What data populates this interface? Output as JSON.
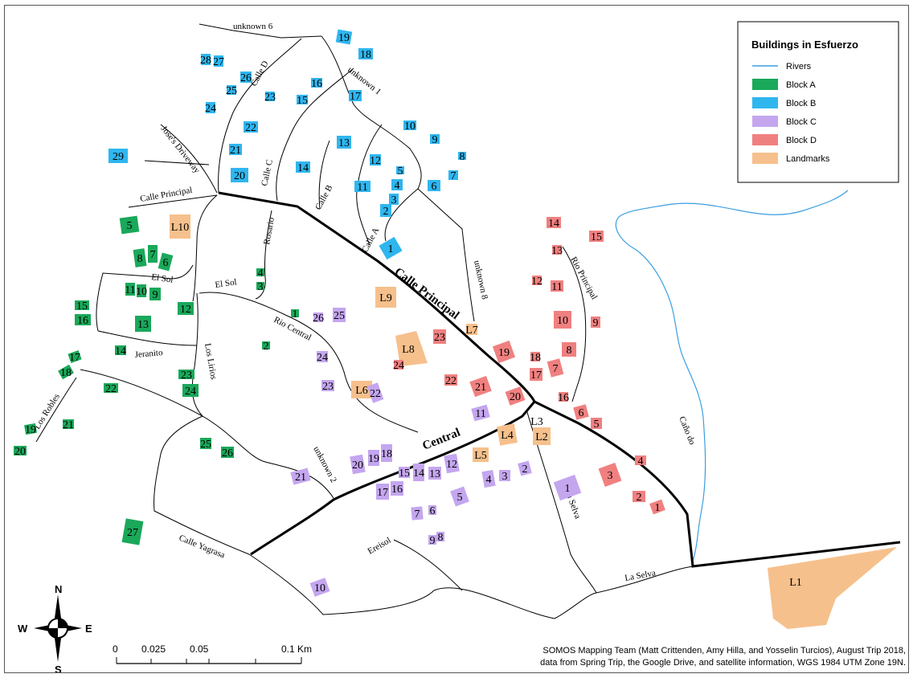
{
  "colors": {
    "river": "#3a9ee0",
    "block_a": "#1aa85a",
    "block_b": "#2fb6ef",
    "block_c": "#c4a6ef",
    "block_d": "#f08080",
    "landmark": "#f6c08c",
    "road": "#000000"
  },
  "legend": {
    "title": "Buildings in Esfuerzo",
    "items": [
      {
        "label": "Rivers",
        "kind": "line",
        "color": "#3a9ee0"
      },
      {
        "label": "Block A",
        "kind": "fill",
        "color": "#1aa85a"
      },
      {
        "label": "Block B",
        "kind": "fill",
        "color": "#2fb6ef"
      },
      {
        "label": "Block C",
        "kind": "fill",
        "color": "#c4a6ef"
      },
      {
        "label": "Block D",
        "kind": "fill",
        "color": "#f08080"
      },
      {
        "label": "Landmarks",
        "kind": "fill",
        "color": "#f6c08c"
      }
    ]
  },
  "streets": {
    "unknown6": "unknown 6",
    "calle_d": "Calle D",
    "unknown1": "unknown 1",
    "joses_driveway": "Jose's Driveway",
    "calle_c": "Calle C",
    "calle_b": "Calle B",
    "calle_a": "Calle A",
    "calle_principal_w": "Calle Principal",
    "rosario": "Rosario",
    "el_sol_1": "El Sol",
    "el_sol_2": "El Sol",
    "calle_principal": "Calle Principal",
    "unknown8": "unknown 8",
    "rio_central": "Rio Central",
    "jeranito": "Jeranito",
    "los_lirios": "Los Lirios",
    "los_robles": "Los Robles",
    "central": "Central",
    "unknown2": "unknown 2",
    "calle_yagrasa": "Calle Yagrasa",
    "ereisol": "Ereisol",
    "la_selva_1": "La Selva",
    "la_selva_2": "La Selva",
    "rio_principal": "Rio Principal",
    "cano": "Caño do"
  },
  "buildings": {
    "block_a": [
      "5",
      "8",
      "7",
      "6",
      "4",
      "3",
      "1",
      "11",
      "10",
      "9",
      "12",
      "15",
      "16",
      "13",
      "2",
      "14",
      "17",
      "18",
      "23",
      "24",
      "22",
      "19",
      "21",
      "20",
      "25",
      "26",
      "27"
    ],
    "block_b": [
      "19",
      "18",
      "28",
      "27",
      "26",
      "25",
      "16",
      "23",
      "15",
      "17",
      "24",
      "22",
      "10",
      "9",
      "8",
      "13",
      "21",
      "12",
      "5",
      "4",
      "3",
      "2",
      "7",
      "6",
      "29",
      "20",
      "14",
      "11",
      "1"
    ],
    "block_c": [
      "26",
      "25",
      "24",
      "23",
      "22",
      "11",
      "20",
      "19",
      "18",
      "21",
      "15",
      "14",
      "13",
      "12",
      "17",
      "16",
      "4",
      "3",
      "2",
      "5",
      "7",
      "6",
      "1",
      "9",
      "8",
      "10"
    ],
    "block_d": [
      "14",
      "15",
      "13",
      "12",
      "11",
      "10",
      "9",
      "8",
      "23",
      "24",
      "19",
      "18",
      "17",
      "7",
      "22",
      "21",
      "20",
      "16",
      "6",
      "5",
      "4",
      "3",
      "2",
      "1"
    ],
    "landmarks": [
      "L10",
      "L9",
      "L8",
      "L7",
      "L6",
      "L5",
      "L4",
      "L3",
      "L2",
      "L1"
    ]
  },
  "scale": {
    "ticks": [
      "0",
      "0.025",
      "0.05",
      "0.1 Km"
    ]
  },
  "compass": {
    "n": "N",
    "s": "S",
    "e": "E",
    "w": "W"
  },
  "credits": {
    "line1": "SOMOS Mapping Team (Matt Crittenden, Amy Hilla, and Yosselin Turcios), August Trip 2018,",
    "line2": "data from Spring Trip, the Google Drive, and satellite information, WGS 1984 UTM Zone 19N."
  }
}
